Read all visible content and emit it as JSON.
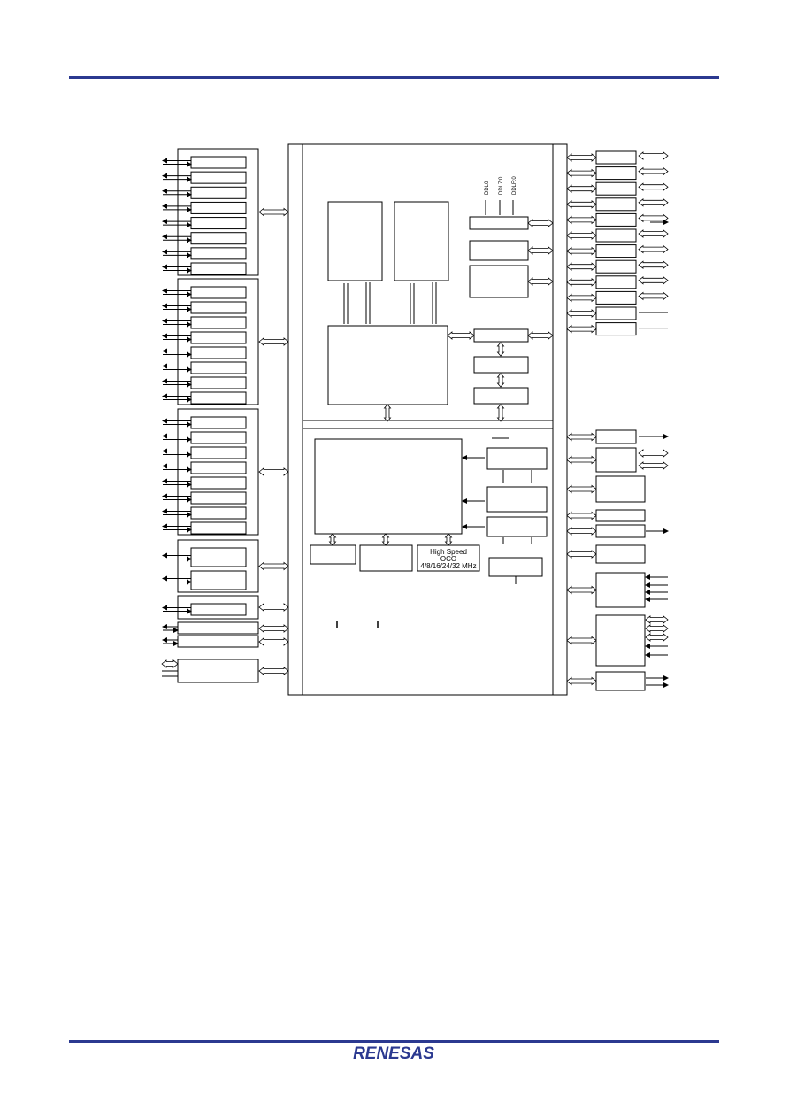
{
  "colors": {
    "rule": "#2b3990",
    "logo": "#2b3990",
    "line": "#000000"
  },
  "logo": {
    "text": "RENESAS"
  },
  "oscillator": {
    "line1": "High Speed",
    "line2": "OCO",
    "line3": "4/8/16/24/32 MHz"
  },
  "pins": [
    "DDL0",
    "DDL7:0",
    "DDLF:0"
  ]
}
